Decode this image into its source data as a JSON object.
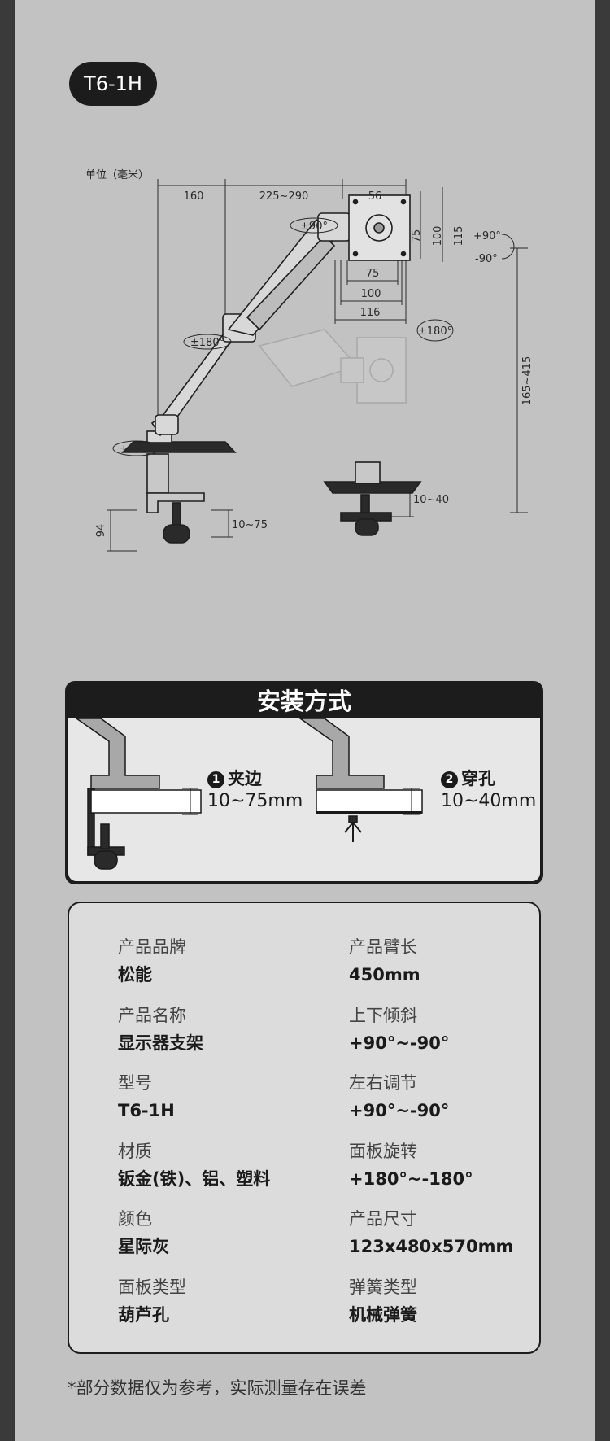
{
  "model_badge": "T6-1H",
  "diagram": {
    "unit": "单位（毫米）",
    "top_dims": [
      "160",
      "225~290",
      "56"
    ],
    "rotations": {
      "arm_upper": "±90°",
      "arm_mid": "±180°",
      "arm_base": "±180°",
      "panel": "±180°",
      "tilt_up": "+90°",
      "tilt_down": "-90°"
    },
    "vesa_vertical": [
      "75",
      "100",
      "115"
    ],
    "vesa_horizontal": [
      "75",
      "100",
      "116"
    ],
    "height_range": "165~415",
    "clamp_height": "94",
    "clamp_range": "10~75",
    "grommet_range": "10~40"
  },
  "install": {
    "title": "安装方式",
    "methods": [
      {
        "number": "1",
        "name": "夹边",
        "range": "10~75mm"
      },
      {
        "number": "2",
        "name": "穿孔",
        "range": "10~40mm"
      }
    ]
  },
  "specs": {
    "left": [
      {
        "label": "产品品牌",
        "value": "松能"
      },
      {
        "label": "产品名称",
        "value": "显示器支架"
      },
      {
        "label": "型号",
        "value": "T6-1H"
      },
      {
        "label": "材质",
        "value": "钣金(铁)、铝、塑料"
      },
      {
        "label": "颜色",
        "value": "星际灰"
      },
      {
        "label": "面板类型",
        "value": "葫芦孔"
      }
    ],
    "right": [
      {
        "label": "产品臂长",
        "value": "450mm"
      },
      {
        "label": "上下倾斜",
        "value": "+90°~-90°"
      },
      {
        "label": "左右调节",
        "value": "+90°~-90°"
      },
      {
        "label": "面板旋转",
        "value": "+180°~-180°"
      },
      {
        "label": "产品尺寸",
        "value": "123x480x570mm"
      },
      {
        "label": "弹簧类型",
        "value": "机械弹簧"
      }
    ]
  },
  "footnote": "*部分数据仅为参考，实际测量存在误差"
}
